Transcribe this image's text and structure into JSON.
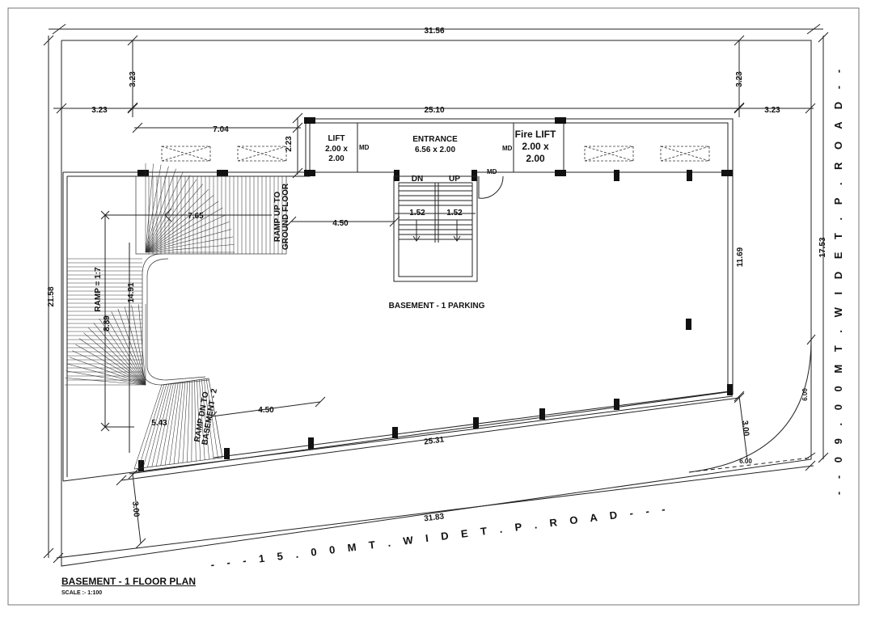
{
  "plan": {
    "title": "BASEMENT - 1 FLOOR PLAN",
    "scale": "SCALE :- 1:100",
    "area_label": "BASEMENT - 1 PARKING"
  },
  "dimensions": {
    "overall_width": "31.56",
    "front_setback_left": "3.23",
    "front_setback_right": "3.23",
    "side_left": "3.23",
    "building_width": "25.10",
    "side_right": "3.23",
    "ramp_width": "7.04",
    "entrance_depth": "2.23",
    "ramp_length": "7.65",
    "clear_span": "4.50",
    "stair_left": "1.52",
    "stair_right": "1.52",
    "right_depth": "11.69",
    "ramp_depth": "14.91",
    "ramp_inner": "8.89",
    "ramp_radius": "5.43",
    "lower_span": "4.50",
    "bottom_wall": "25.31",
    "rear_setback": "3.00",
    "right_setback": "3.00",
    "curve_radius_v": "6.00",
    "curve_radius_h": "6.00",
    "overall_depth": "21.58",
    "right_overall_depth": "17.53",
    "bottom_overall": "31.83"
  },
  "rooms": {
    "lift_name": "LIFT",
    "lift_size1": "2.00 x",
    "lift_size2": "2.00",
    "lift_md": "MD",
    "entrance_name": "ENTRANCE",
    "entrance_size": "6.56 x 2.00",
    "fire_lift_name": "Fire LIFT",
    "fire_lift_size1": "2.00 x",
    "fire_lift_size2": "2.00",
    "fire_md": "MD",
    "stair_md": "MD",
    "stair_dn": "DN",
    "stair_up": "UP"
  },
  "ramps": {
    "ramp_up_line1": "RAMP UP TO",
    "ramp_up_line2": "GROUND FLOOR",
    "ramp_slope": "RAMP = 1:7",
    "ramp_dn_line1": "RAMP DN TO",
    "ramp_dn_line2": "BASEMENT - 2"
  },
  "roads": {
    "right_road": "-   -   0 9 . 0 0   M T .   W I D E   T . P .   R O A D   -   -",
    "bottom_road": "-   -   -   1 5 . 0 0   M T .   W I D E   T . P .   R O A D   -   -   -"
  }
}
